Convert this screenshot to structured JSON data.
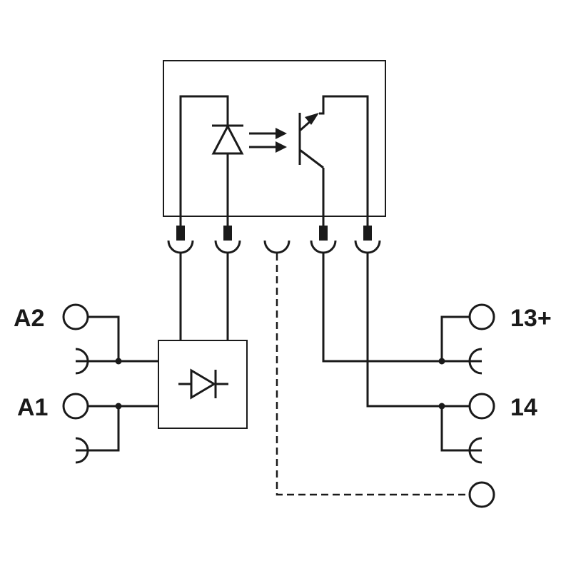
{
  "labels": {
    "a2": "A2",
    "a1": "A1",
    "t13": "13+",
    "t14": "14"
  }
}
